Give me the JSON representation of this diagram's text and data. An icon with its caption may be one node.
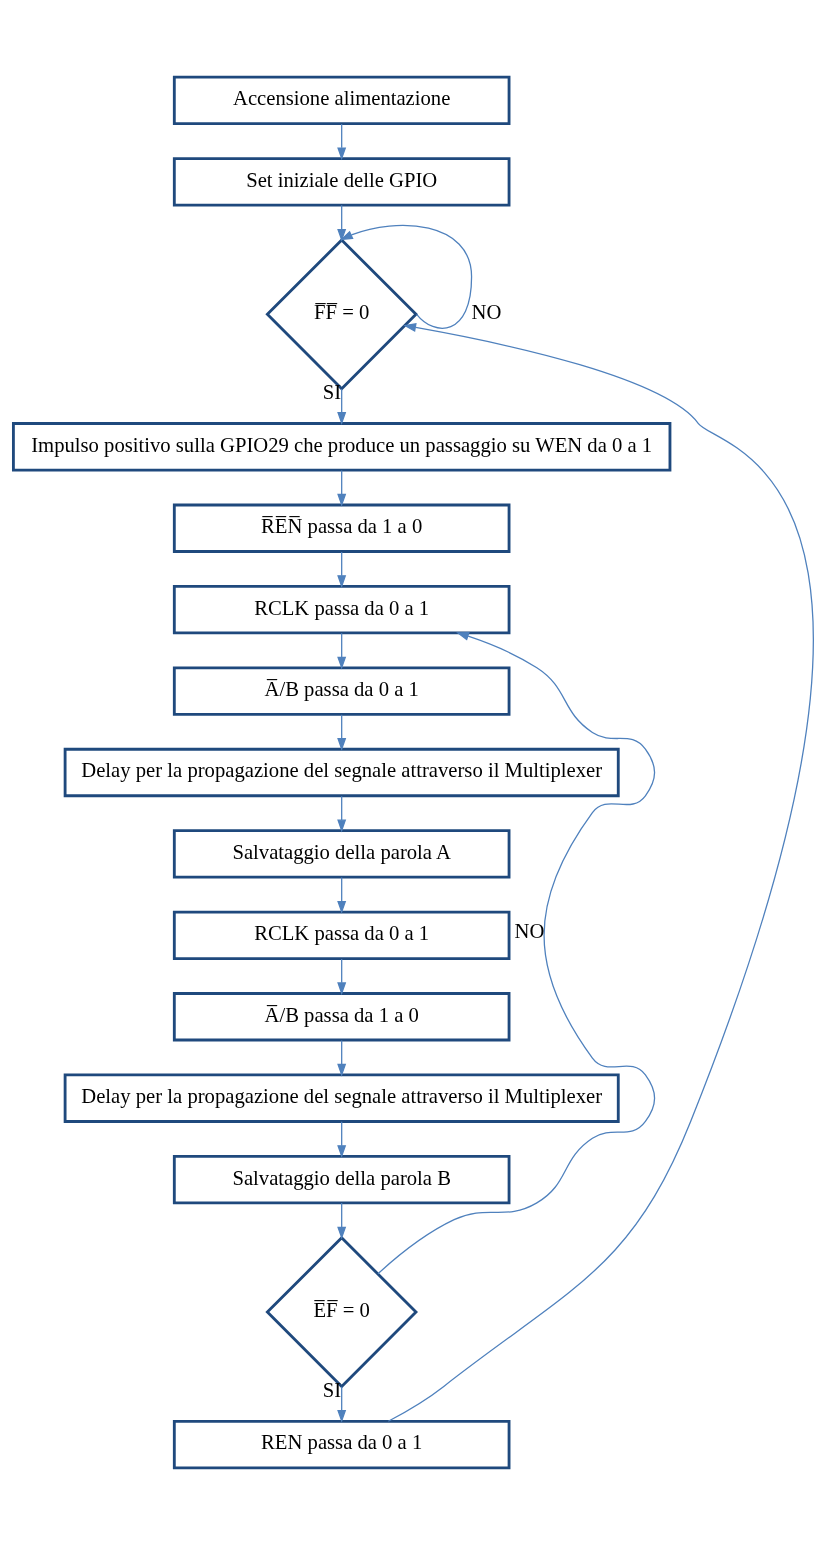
{
  "diagram": {
    "nodes": [
      {
        "text": [
          "Accensione alimentazione"
        ]
      },
      {
        "text": [
          "Set iniziale delle GPIO"
        ]
      },
      {
        "text": [
          "F̅F̅ = 0"
        ]
      },
      {
        "text": [
          "Impulso positivo sulla GPIO29 che produce un passaggio su WEN da 0 a 1"
        ]
      },
      {
        "text": [
          "R̅E̅N̅ passa da 1 a 0"
        ]
      },
      {
        "text": [
          "RCLK passa da 0 a 1"
        ]
      },
      {
        "text": [
          "A̅/B passa da 0 a 1"
        ]
      },
      {
        "text": [
          "Delay per la propagazione del segnale attraverso il Multiplexer"
        ]
      },
      {
        "text": [
          "Salvataggio della parola A"
        ]
      },
      {
        "text": [
          "RCLK passa da 0 a 1"
        ]
      },
      {
        "text": [
          "A̅/B passa da 1 a 0"
        ]
      },
      {
        "text": [
          "Delay per la propagazione del segnale attraverso il Multiplexer"
        ]
      },
      {
        "text": [
          "Salvataggio della parola B"
        ]
      },
      {
        "text": [
          "E̅F̅ = 0"
        ]
      },
      {
        "text": [
          "REN passa da 0 a 1"
        ]
      }
    ],
    "edges": [
      {
        "from": 0,
        "to": 1,
        "arrow": "to"
      },
      {
        "from": 1,
        "to": 2,
        "arrow": "to"
      },
      {
        "from": 2,
        "to": 2,
        "arrow": "to",
        "label": "NO"
      },
      {
        "from": 2,
        "to": 3,
        "arrow": "to",
        "label": "SI"
      },
      {
        "from": 3,
        "to": 4,
        "arrow": "to"
      },
      {
        "from": 4,
        "to": 5,
        "arrow": "to"
      },
      {
        "from": 5,
        "to": 6,
        "arrow": "to"
      },
      {
        "from": 6,
        "to": 7,
        "arrow": "to"
      },
      {
        "from": 7,
        "to": 8,
        "arrow": "to"
      },
      {
        "from": 8,
        "to": 9,
        "arrow": "to"
      },
      {
        "from": 9,
        "to": 10,
        "arrow": "to"
      },
      {
        "from": 10,
        "to": 11,
        "arrow": "to"
      },
      {
        "from": 11,
        "to": 12,
        "arrow": "to"
      },
      {
        "from": 12,
        "to": 13,
        "arrow": "to"
      },
      {
        "from": 13,
        "to": 5,
        "arrow": "to",
        "label": "NO"
      },
      {
        "from": 13,
        "to": 14,
        "arrow": "to",
        "label": "SI"
      },
      {
        "from": 14,
        "to": 2,
        "arrow": "to"
      }
    ]
  }
}
